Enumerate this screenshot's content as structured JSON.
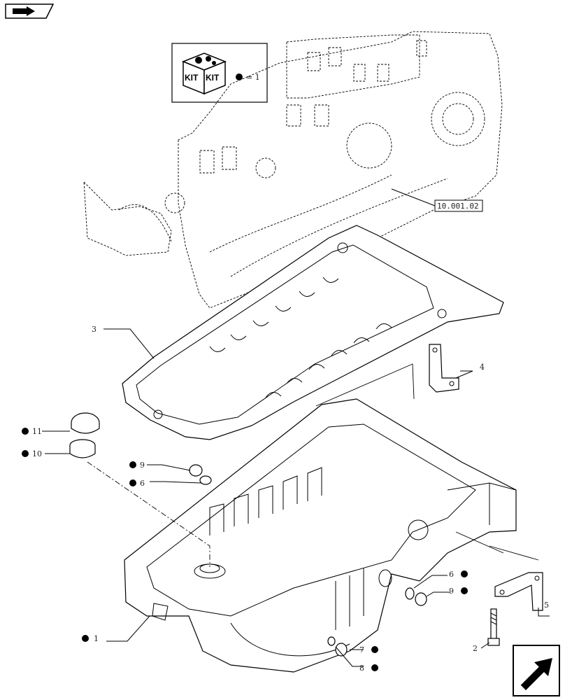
{
  "kit_legend": {
    "box_label_left": "KIT",
    "box_label_right": "KIT",
    "equals_text": "= 1"
  },
  "reference": {
    "code": "10.001.02"
  },
  "callouts": [
    {
      "id": "c1",
      "number": "1"
    },
    {
      "id": "c2",
      "number": "2"
    },
    {
      "id": "c3",
      "number": "3"
    },
    {
      "id": "c4",
      "number": "4"
    },
    {
      "id": "c5",
      "number": "5"
    },
    {
      "id": "c6a",
      "number": "6"
    },
    {
      "id": "c6b",
      "number": "6"
    },
    {
      "id": "c7",
      "number": "7"
    },
    {
      "id": "c8",
      "number": "8"
    },
    {
      "id": "c9a",
      "number": "9"
    },
    {
      "id": "c9b",
      "number": "9"
    },
    {
      "id": "c10",
      "number": "10"
    },
    {
      "id": "c11",
      "number": "11"
    }
  ],
  "icons": {
    "top_left": "previous-page-hand-arrow-icon",
    "bottom_right": "next-page-arrow-icon",
    "bullet": "kit-bullet-icon"
  },
  "colors": {
    "line": "#000000",
    "background": "#ffffff"
  }
}
